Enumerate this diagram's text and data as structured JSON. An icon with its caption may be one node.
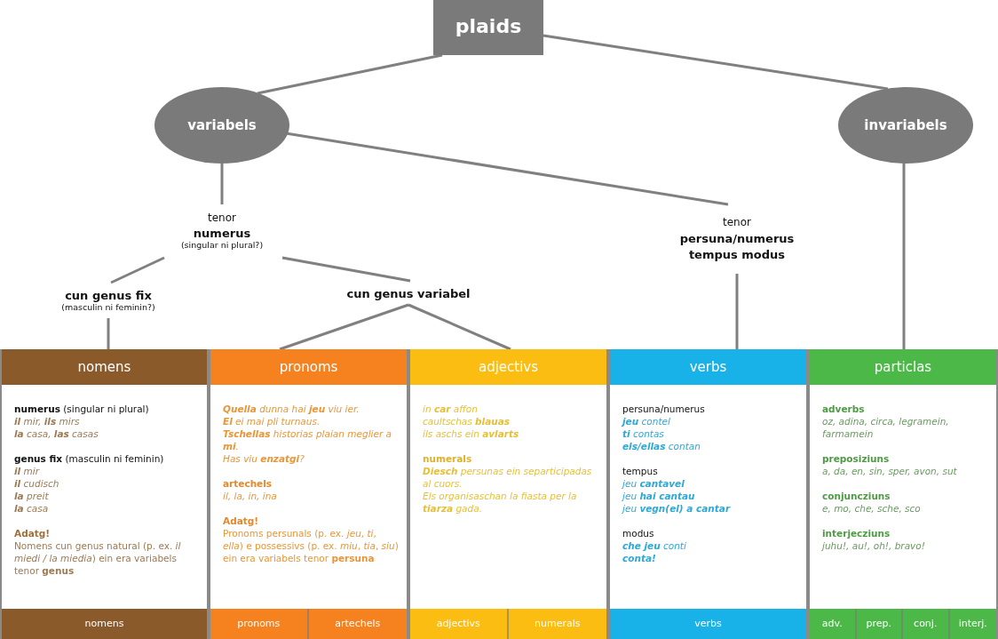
{
  "diagram": {
    "nodes": [
      {
        "text": [
          "plaids"
        ]
      },
      {
        "text": [
          "variabels"
        ]
      },
      {
        "text": [
          "invariabels"
        ]
      },
      {
        "text": [
          "tenor",
          "numerus",
          "(singular ni plural?)"
        ]
      },
      {
        "text": [
          "tenor",
          "persuna/numerus tempus modus"
        ]
      },
      {
        "text": [
          "cun genus fix",
          "(masculin ni feminin?)"
        ]
      },
      {
        "text": [
          "cun genus variabel"
        ]
      },
      {
        "text": [
          "nomens",
          "**numerus** (singular ni plural)",
          "**il** mir, **ils** mirs",
          "**la** casa, **las** casas",
          "**genus fix** (masculin ni feminin)",
          "**il** mir",
          "**il** cudisch",
          "**la** preit",
          "**la** casa",
          "Adatg!",
          "Nomens cun genus natural (p. ex. *il miedi / la miedia*) ein era variabels tenor **genus**"
        ]
      },
      {
        "text": [
          "pronoms",
          "**Quella** dunna hai **jeu** viu ier.",
          "**El** ei mai pli turnaus.",
          "**Tschellas** historias plaian meglier a **mi**.",
          "Has viu **enzatgi**?",
          "artechels",
          "il, la, in, ina",
          "Adatg!",
          "Pronoms persunals (p. ex. *jeu*, *ti*, *ella*) e possessivs (p. ex. *miu*, *tia*, *siu*) ein era variabels tenor **persuna**"
        ]
      },
      {
        "text": [
          "adjectivs",
          "in **car** affon",
          "caultschas **blauas**",
          "ils aschs ein **avlarts**",
          "numerals",
          "**Diesch** persunas ein separticipadas al cuors.",
          "Els organisaschan la fiasta per la **tiarza** gada."
        ]
      },
      {
        "text": [
          "verbs",
          "persuna/numerus",
          "**jeu** contel",
          "**ti** contas",
          "**els/ellas** contan",
          "tempus",
          "jeu **cantavel**",
          "jeu **hai cantau**",
          "jeu **vegn(el) a cantar**",
          "modus",
          "**che jeu** conti",
          "**conta!**"
        ]
      },
      {
        "text": [
          "particlas",
          "adverbs",
          "oz, adina, circa, legramein, farmamein",
          "preposiziuns",
          "a, da, en, sin, sper, avon, sut",
          "conjuncziuns",
          "e, mo, che, sche, sco",
          "interjecziuns",
          "juhu!, au!, oh!, bravo!"
        ]
      },
      {
        "text": [
          "nomens"
        ],
        "in": 7
      },
      {
        "text": [
          "pronoms"
        ],
        "in": 8
      },
      {
        "text": [
          "artechels"
        ],
        "in": 8
      },
      {
        "text": [
          "adjectivs"
        ],
        "in": 9
      },
      {
        "text": [
          "numerals"
        ],
        "in": 9
      },
      {
        "text": [
          "verbs"
        ],
        "in": 10
      },
      {
        "text": [
          "adv."
        ],
        "in": 11
      },
      {
        "text": [
          "prep."
        ],
        "in": 11
      },
      {
        "text": [
          "conj."
        ],
        "in": 11
      },
      {
        "text": [
          "interj."
        ],
        "in": 11
      }
    ],
    "edges": [
      {
        "from": 0,
        "to": 1,
        "arrow": "none"
      },
      {
        "from": 0,
        "to": 2,
        "arrow": "none"
      },
      {
        "from": 1,
        "to": 3,
        "arrow": "none"
      },
      {
        "from": 1,
        "to": 4,
        "arrow": "none"
      },
      {
        "from": 3,
        "to": 5,
        "arrow": "none"
      },
      {
        "from": 3,
        "to": 6,
        "arrow": "none"
      },
      {
        "from": 5,
        "to": 7,
        "arrow": "none"
      },
      {
        "from": 6,
        "to": 8,
        "arrow": "none"
      },
      {
        "from": 6,
        "to": 9,
        "arrow": "none"
      },
      {
        "from": 4,
        "to": 10,
        "arrow": "none"
      },
      {
        "from": 2,
        "to": 11,
        "arrow": "none"
      }
    ]
  }
}
